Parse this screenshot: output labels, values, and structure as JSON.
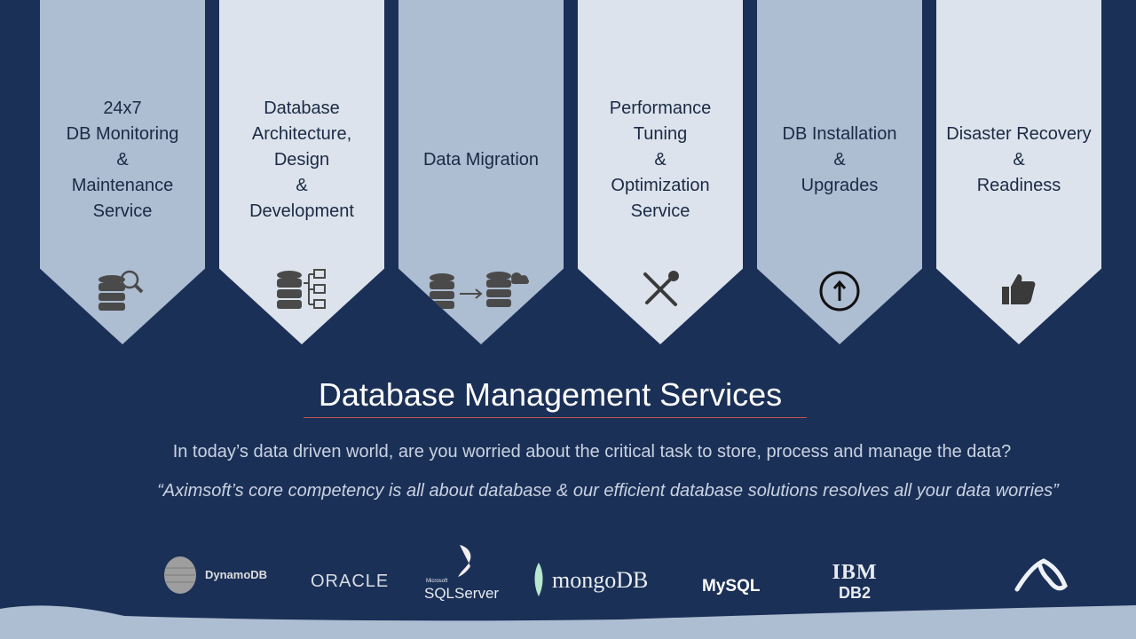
{
  "panels": [
    {
      "label": "24x7\nDB Monitoring\n&\nMaintenance\nService",
      "icon": "database-search-icon"
    },
    {
      "label": "Database\nArchitecture,\nDesign\n&\nDevelopment",
      "icon": "database-architecture-icon"
    },
    {
      "label": "Data Migration",
      "icon": "database-migration-icon"
    },
    {
      "label": "Performance\nTuning\n&\nOptimization\nService",
      "icon": "tools-icon"
    },
    {
      "label": "DB Installation\n&\nUpgrades",
      "icon": "upgrade-arrow-icon"
    },
    {
      "label": "Disaster Recovery\n&\nReadiness",
      "icon": "thumbs-up-icon"
    }
  ],
  "title": "Database Management Services",
  "subtitle": "In today’s data driven world, are you worried about the critical task to store, process and manage the data?",
  "quote": "“Aximsoft’s core competency is all about database & our efficient database solutions resolves all your data worries”",
  "logos": {
    "dynamo": "DynamoDB",
    "oracle": "ORACLE",
    "sqlserver": "SQLServer",
    "sqlserver_small": "Microsoft",
    "mongo": "mongoDB",
    "mysql": "MySQL",
    "ibm": "IBM",
    "db2": "DB2"
  },
  "colors": {
    "background": "#1b3057",
    "panel_dark": "#adbdd2",
    "panel_light": "#dce3ec",
    "accent_line": "#c0504d"
  }
}
